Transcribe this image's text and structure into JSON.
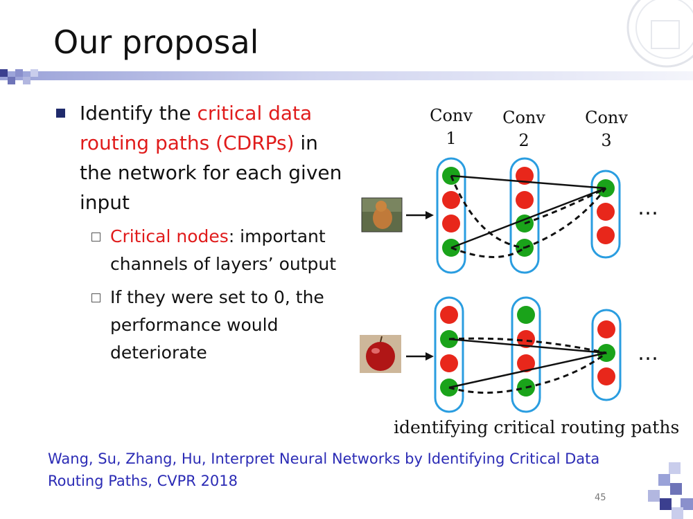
{
  "slide": {
    "title": "Our proposal",
    "page_number": "45"
  },
  "bullet": {
    "part1": "Identify the ",
    "part2_red": "critical data routing paths (CDRPs)",
    "part3": " in the network for each given input"
  },
  "sub1": {
    "red": "Critical nodes",
    "rest": ": important channels of layers’ output"
  },
  "sub2": {
    "text": "If they were set to 0, the performance would deteriorate"
  },
  "diagram": {
    "conv_labels": [
      {
        "line1": "Conv",
        "line2": "1"
      },
      {
        "line1": "Conv",
        "line2": "2"
      },
      {
        "line1": "Conv",
        "line2": "3"
      }
    ],
    "ellipsis_top": "…",
    "ellipsis_bottom": "…",
    "caption": "identifying critical routing paths",
    "colors": {
      "critical": "#1aa31a",
      "normal": "#e8271b",
      "column_border": "#2a9de0"
    }
  },
  "reference": "Wang, Su, Zhang, Hu, Interpret Neural Networks by Identifying Critical Data Routing Paths, CVPR 2018"
}
